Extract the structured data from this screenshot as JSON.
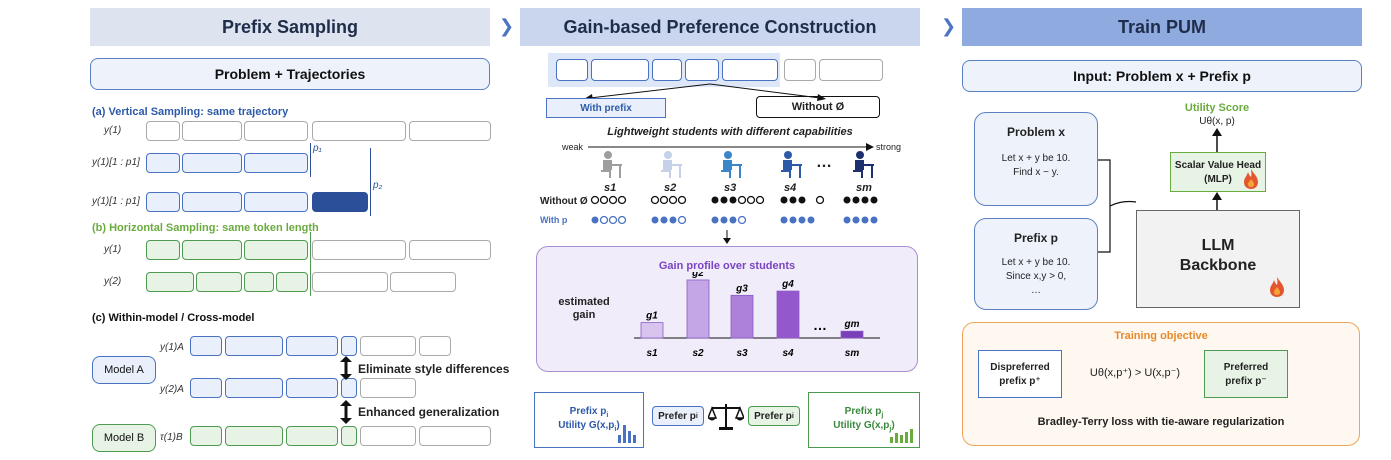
{
  "col1": {
    "header": "Prefix Sampling",
    "top_pill": "Problem  +  Trajectories",
    "vertical_title": "(a) Vertical Sampling: same trajectory",
    "vrow1_label": "y(1)",
    "vrow2_label": "y(1)[1 : p1]",
    "vrow3_label": "y(1)[1 : p1]",
    "p1_label": "p₁",
    "p2_label": "p₂",
    "horizontal_title": "(b) Horizontal Sampling: same token length",
    "hrow1_label": "y(1)",
    "hrow2_label": "y(2)",
    "within_title": "(c) Within-model / Cross-model",
    "model_a": "Model A",
    "model_b": "Model B",
    "mrow1_label": "y(1)A",
    "mrow2_label": "y(2)A",
    "mrow3_label": "τ(1)B",
    "arrow1_text": "Eliminate style differences",
    "arrow2_text": "Enhanced generalization"
  },
  "col2": {
    "header": "Gain-based Preference Construction",
    "with_prefix": "With prefix",
    "without": "Without Ø",
    "students_title": "Lightweight students with different capabilities",
    "weak": "weak",
    "strong": "strong",
    "student_labels": [
      "s1",
      "s2",
      "s3",
      "s4",
      "sm"
    ],
    "ellipsis": "…",
    "row_without": "Without Ø",
    "row_with": "With p",
    "gain_title": "Gain profile over students",
    "gain_ylabel1": "estimated",
    "gain_ylabel2": "gain",
    "bars": [
      {
        "label": "g1",
        "x": "s1",
        "value": 0.18
      },
      {
        "label": "g2",
        "x": "s2",
        "value": 0.68
      },
      {
        "label": "g3",
        "x": "s3",
        "value": 0.5
      },
      {
        "label": "g4",
        "x": "s4",
        "value": 0.55
      },
      {
        "label": "gm",
        "x": "sm",
        "value": 0.08
      }
    ],
    "bar_ellipsis": "…",
    "left_card_l1": "Prefix  p",
    "left_card_l2": "Utility  G(x,p",
    "right_card_l1": "Prefix  p",
    "right_card_l2": "Utility  G(x,p",
    "prefer_left": "Prefer p",
    "prefer_right": "Prefer p"
  },
  "col3": {
    "header": "Train PUM",
    "top_pill": "Input: Problem x + Prefix p",
    "utility_title": "Utility Score",
    "utility_formula": "Uθ(x, p)",
    "problem_title": "Problem x",
    "problem_l1": "Let  x + y  be 10.",
    "problem_l2": "Find  x − y.",
    "prefix_title": "Prefix p",
    "prefix_l1": "Let  x + y  be 10.",
    "prefix_l2": "Since  x,y > 0,",
    "prefix_l3": "…",
    "head_l1": "Scalar Value Head",
    "head_l2": "(MLP)",
    "llm_l1": "LLM",
    "llm_l2": "Backbone",
    "objective_title": "Training objective",
    "dispreferred_l1": "Dispreferred",
    "dispreferred_l2": "prefix  p⁺",
    "inequality": "Uθ(x,p⁺) > U(x,p⁻)",
    "preferred_l1": "Preferred",
    "preferred_l2": "prefix  p⁻",
    "loss_text": "Bradley-Terry loss with tie-aware regularization"
  },
  "colors": {
    "blue": "#4a72c2",
    "green": "#4e9a52",
    "purple": "#8a5cc7",
    "orange": "#e88a2b"
  }
}
